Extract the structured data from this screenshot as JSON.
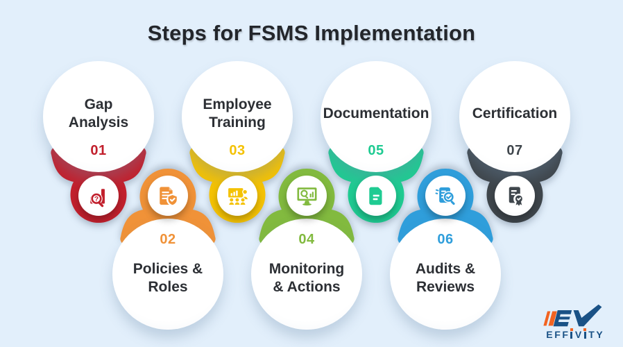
{
  "title": "Steps for FSMS Implementation",
  "background_color": "#e2effb",
  "steps": [
    {
      "number": "01",
      "label": "Gap\nAnalysis",
      "color": "#c2202d",
      "icon": "bar-chart-magnifier-icon",
      "position": "up"
    },
    {
      "number": "02",
      "label": "Policies &\nRoles",
      "color": "#f09238",
      "icon": "document-shield-icon",
      "position": "down"
    },
    {
      "number": "03",
      "label": "Employee\nTraining",
      "color": "#f4c204",
      "icon": "presentation-people-icon",
      "position": "up"
    },
    {
      "number": "04",
      "label": "Monitoring\n& Actions",
      "color": "#82ba3f",
      "icon": "monitor-magnifier-icon",
      "position": "down"
    },
    {
      "number": "05",
      "label": "Documentation",
      "color": "#1fcb92",
      "icon": "document-icon",
      "position": "up"
    },
    {
      "number": "06",
      "label": "Audits &\nReviews",
      "color": "#2f9edb",
      "icon": "audit-magnifier-icon",
      "position": "down"
    },
    {
      "number": "07",
      "label": "Certification",
      "color": "#3f464c",
      "icon": "certificate-icon",
      "position": "up"
    }
  ],
  "logo": {
    "wordmark": "EFFIVITY",
    "navy_color": "#1a5286",
    "orange_color": "#f26321"
  }
}
